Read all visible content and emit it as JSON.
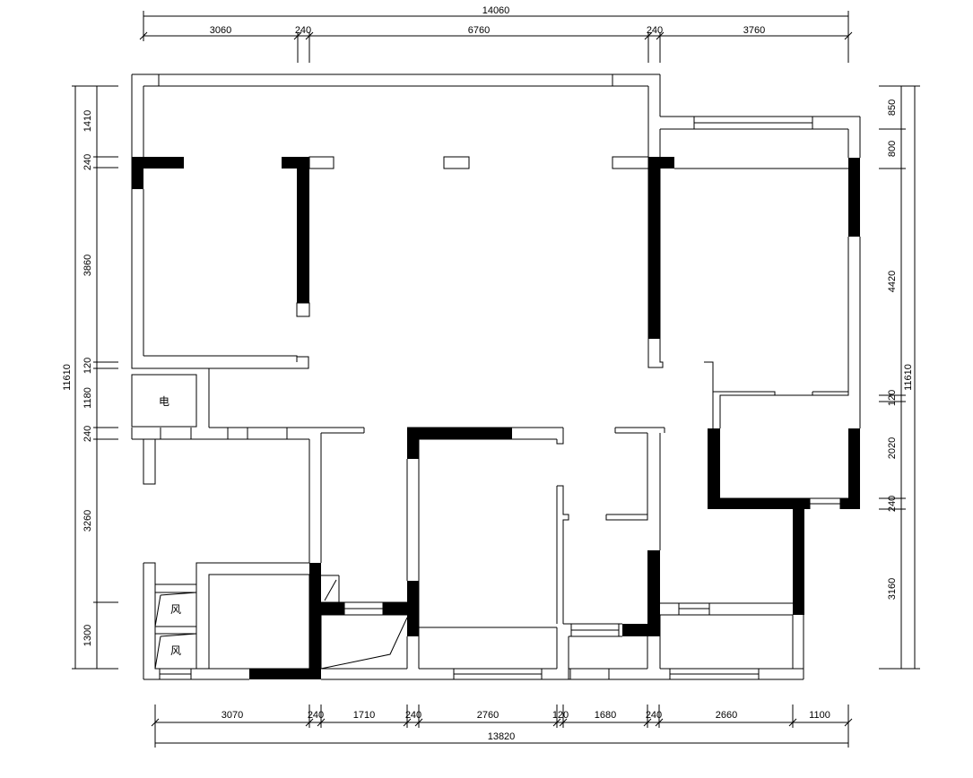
{
  "drawing": {
    "title": "",
    "colors": {
      "line": "#000000",
      "wall_fill": "#000000",
      "background": "#ffffff"
    }
  },
  "dimensions": {
    "top_total": "14060",
    "top": [
      "3060",
      "240",
      "6760",
      "240",
      "3760"
    ],
    "bottom": [
      "3070",
      "240",
      "1710",
      "240",
      "2760",
      "120",
      "1680",
      "240",
      "2660",
      "1100"
    ],
    "bottom_total": "13820",
    "left": [
      "1410",
      "240",
      "3860",
      "120",
      "1180",
      "240",
      "3260",
      "1300"
    ],
    "left_total": "11610",
    "right": [
      "850",
      "800",
      "4420",
      "120",
      "2020",
      "240",
      "3160"
    ],
    "right_total": "11610"
  },
  "labels": {
    "electric": "电",
    "vent_1": "风",
    "vent_2": "风"
  }
}
